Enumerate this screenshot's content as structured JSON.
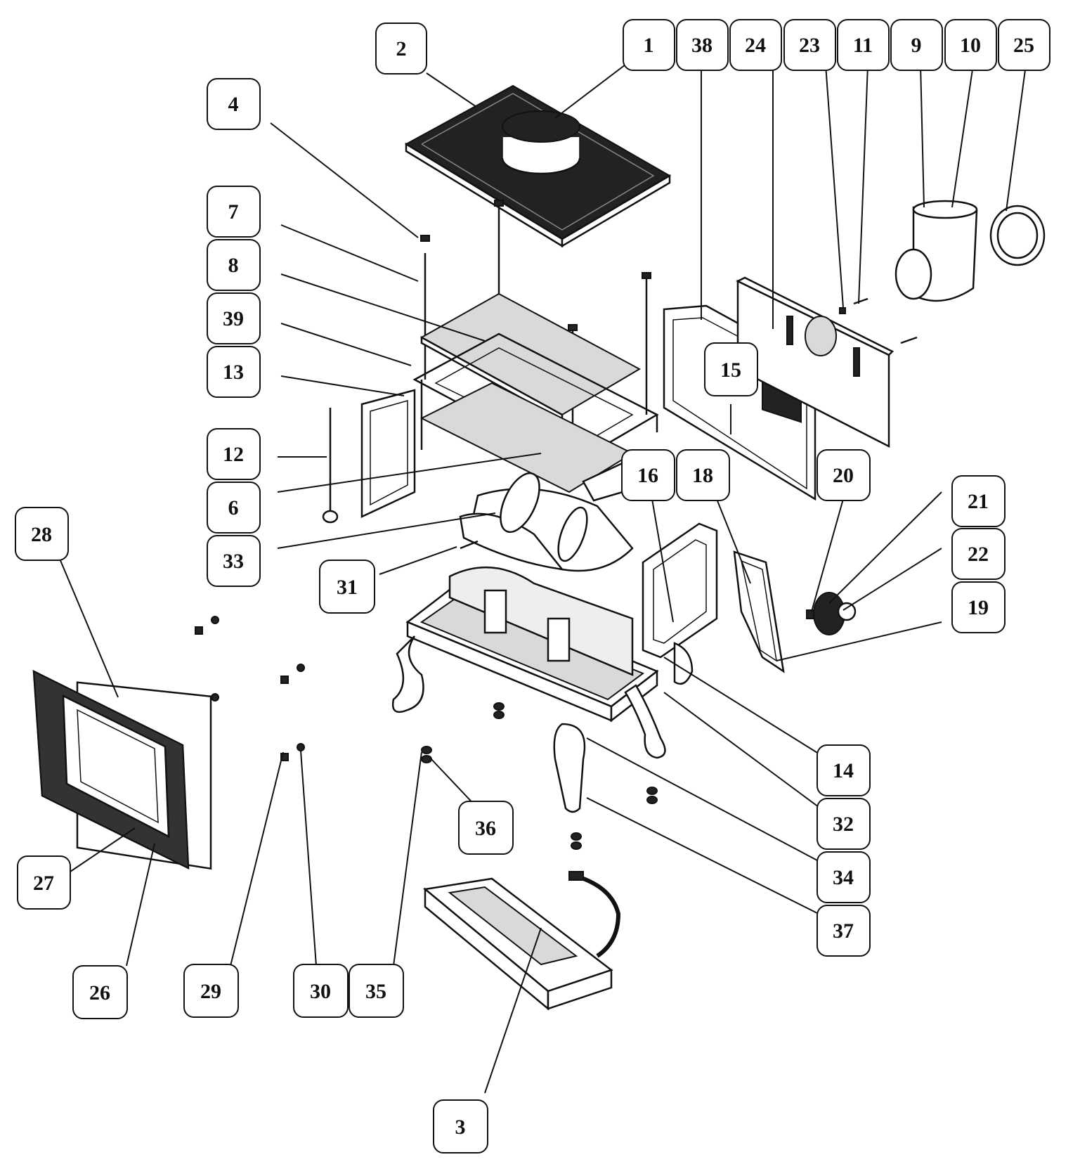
{
  "diagram": {
    "type": "exploded-parts-diagram",
    "callouts": [
      "1",
      "2",
      "3",
      "4",
      "6",
      "7",
      "8",
      "9",
      "10",
      "11",
      "12",
      "13",
      "14",
      "15",
      "16",
      "18",
      "19",
      "20",
      "21",
      "22",
      "23",
      "24",
      "25",
      "26",
      "27",
      "28",
      "29",
      "30",
      "31",
      "32",
      "33",
      "34",
      "35",
      "36",
      "37",
      "38",
      "39"
    ]
  }
}
